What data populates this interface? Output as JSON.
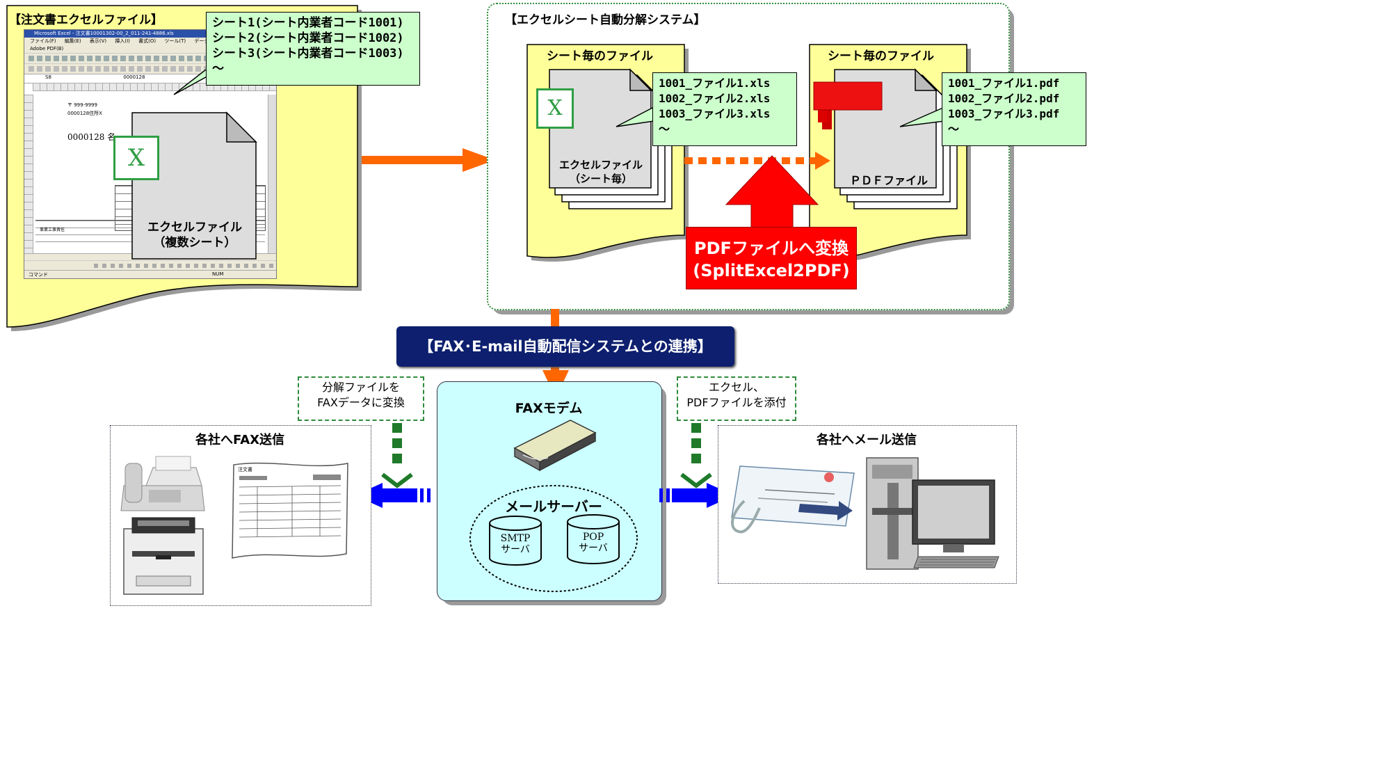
{
  "left_panel": {
    "title": "【注文書エクセルファイル】",
    "bubble_lines": [
      "シート1(シート内業者コード1001)",
      "シート2(シート内業者コード1002)",
      "シート3(シート内業者コード1003)",
      "～"
    ],
    "doc_label_line1": "エクセルファイル",
    "doc_label_line2": "（複数シート）",
    "excel_icon_letter": "X",
    "screenshot": {
      "window_title": "Microsoft Excel - 注文書10001302-00_2_011-241-4886.xls",
      "menu": [
        "ファイル(F)",
        "編集(E)",
        "表示(V)",
        "挿入(I)",
        "書式(O)",
        "ツール(T)",
        "データ"
      ],
      "adobe": "Adobe PDF(B)",
      "cell_ref": "S8",
      "formula": "0000128",
      "lines": [
        "〒 999-9999",
        "0000128住所X"
      ],
      "big_text": "0000128 名",
      "row_label": "事業工事責任",
      "status_left": "コマンド",
      "status_right": "NUM"
    }
  },
  "right_panel": {
    "title": "【エクセルシート自動分解システム】",
    "sheet_files_title_1": "シート毎のファイル",
    "sheet_files_title_2": "シート毎のファイル",
    "xls_bubble_lines": [
      "1001_ファイル1.xls",
      "1002_ファイル2.xls",
      "1003_ファイル3.xls",
      "～"
    ],
    "pdf_bubble_lines": [
      "1001_ファイル1.pdf",
      "1002_ファイル2.pdf",
      "1003_ファイル3.pdf",
      "～"
    ],
    "excel_doc_line1": "エクセルファイル",
    "excel_doc_line2": "（シート毎）",
    "pdf_doc_label": "ＰＤＦファイル",
    "convert_line1": "PDFファイルへ変換",
    "convert_line2": "(SplitExcel2PDF)"
  },
  "fax_banner": "【FAX･E-mail自動配信システムとの連携】",
  "center_box": {
    "fax_modem": "FAXモデム",
    "mail_server": "メールサーバー",
    "smtp_line1": "SMTP",
    "smtp_line2": "サーバ",
    "pop_line1": "POP",
    "pop_line2": "サーバ"
  },
  "left_note_line1": "分解ファイルを",
  "left_note_line2": "FAXデータに変換",
  "right_note_line1": "エクセル、",
  "right_note_line2": "PDFファイルを添付",
  "fax_send_title": "各社へFAX送信",
  "mail_send_title": "各社へメール送信",
  "fax_doc_title": "注文書",
  "colors": {
    "yellow_note": "#ffff99",
    "bubble_green": "#ccffcc",
    "orange_arrow": "#ff6600",
    "red_block": "#ff0000",
    "navy_banner": "#0d1f6e",
    "blue_arrow": "#0000ff",
    "cyan_box": "#ccffff",
    "dash_green": "#2e8b3a"
  }
}
